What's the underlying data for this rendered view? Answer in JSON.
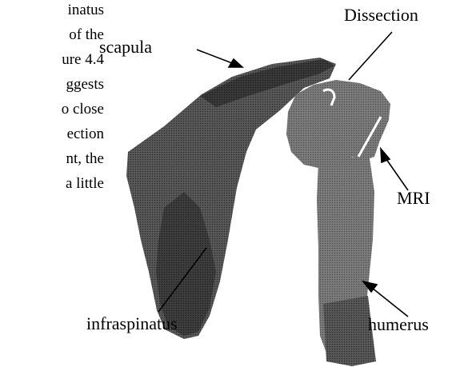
{
  "body_text_fragments": [
    "inatus",
    "of the",
    "ure 4.4",
    "ggests",
    "o close",
    "ection",
    "nt, the",
    "a  little"
  ],
  "figure": {
    "labels": {
      "dissection": "Dissection",
      "scapula": "scapula",
      "mri": "MRI",
      "infraspinatus": "infraspinatus",
      "humerus": "humerus"
    }
  }
}
